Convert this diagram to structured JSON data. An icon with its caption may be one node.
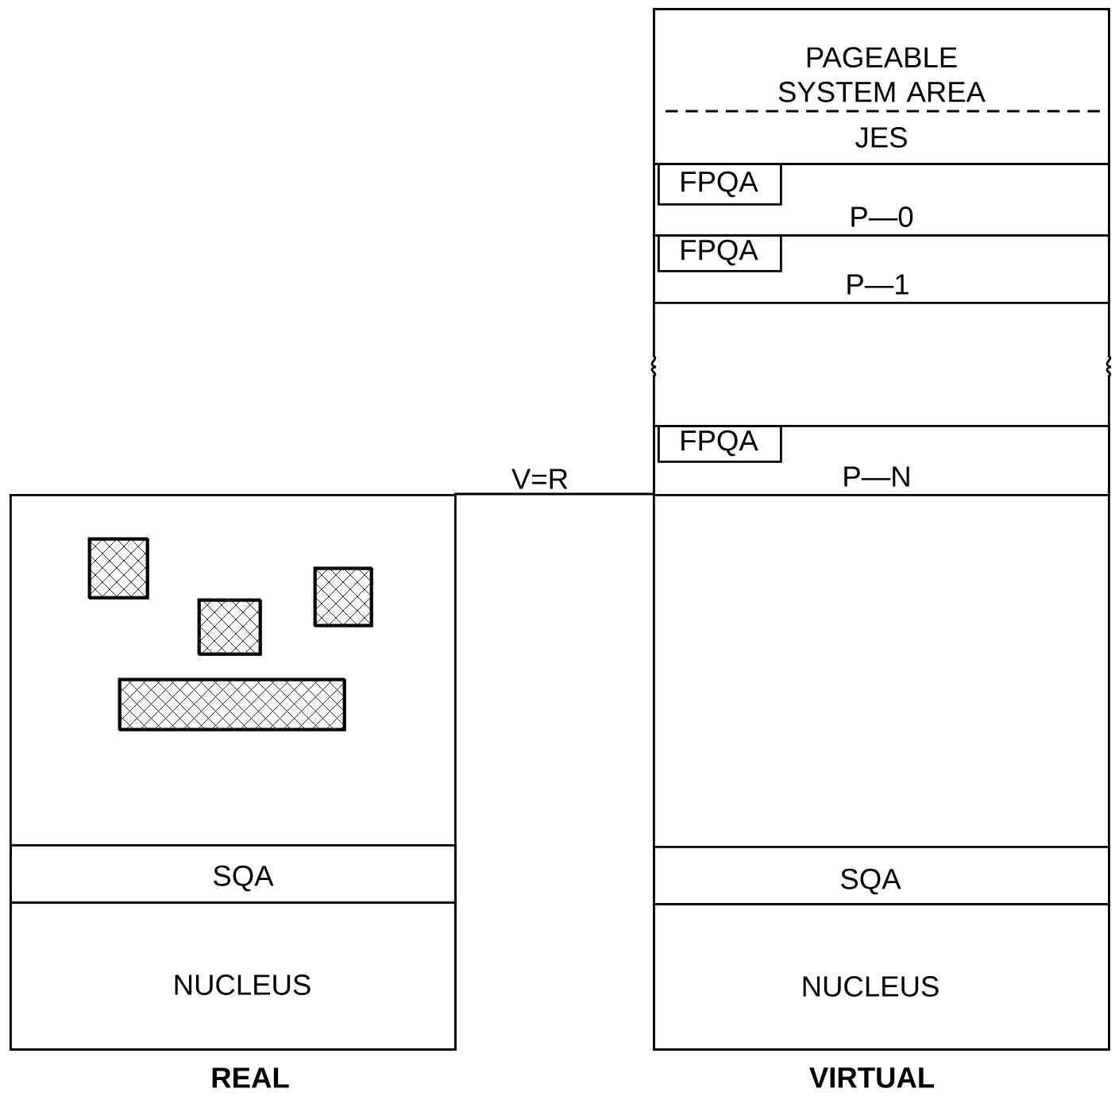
{
  "diagram": {
    "nodes": [
      {
        "text": [
          "REAL"
        ]
      },
      {
        "text": [],
        "shape": "box",
        "in": 0
      },
      {
        "text": [],
        "shape": "box",
        "in": 0
      },
      {
        "text": [],
        "shape": "box",
        "in": 0
      },
      {
        "text": [],
        "shape": "box",
        "in": 0
      },
      {
        "text": [
          "SQA"
        ],
        "in": 0
      },
      {
        "text": [
          "NUCLEUS"
        ],
        "in": 0
      },
      {
        "text": [
          "VIRTUAL"
        ]
      },
      {
        "text": [
          "PAGEABLE SYSTEM AREA",
          "JES"
        ],
        "in": 7
      },
      {
        "text": [
          "P—0"
        ],
        "in": 7
      },
      {
        "text": [
          "FPQA"
        ],
        "in": 9
      },
      {
        "text": [
          "P—1"
        ],
        "in": 7
      },
      {
        "text": [
          "FPQA"
        ],
        "in": 11
      },
      {
        "text": [
          "P—N"
        ],
        "in": 7
      },
      {
        "text": [
          "FPQA"
        ],
        "in": 13
      },
      {
        "text": [
          "SQA"
        ],
        "in": 7
      },
      {
        "text": [
          "NUCLEUS"
        ],
        "in": 7
      }
    ],
    "labels": [
      "V=R"
    ]
  }
}
